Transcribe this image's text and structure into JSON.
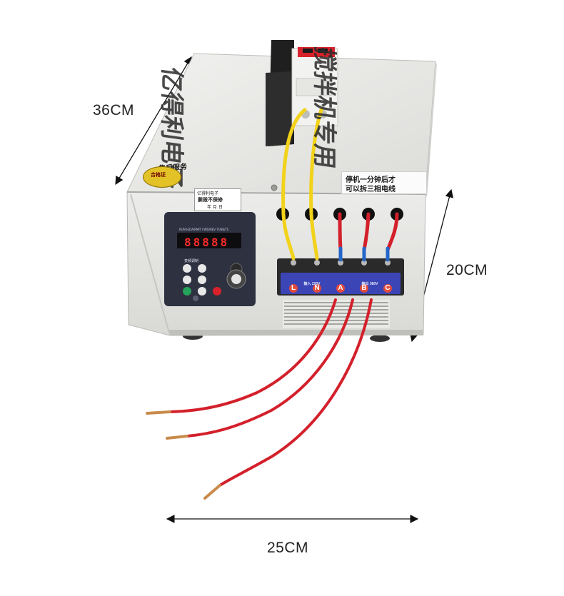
{
  "dimensions": {
    "depth_label": "36CM",
    "height_label": "20CM",
    "width_label": "25CM"
  },
  "top_panel": {
    "brand_text": "亿得利电子",
    "type_text": "搅拌机专用",
    "service_text": "售后服务"
  },
  "stickers": {
    "qc": "合格证",
    "warranty_line1": "亿得利电子",
    "warranty_line2": "撕毁不保修",
    "warranty_line3": "年 月 日",
    "warning_line1": "停机一分钟后才",
    "warning_line2": "可以拆三相电线"
  },
  "inverter": {
    "display": "88888",
    "indicator_labels": "RUN   HZ/A/RMIT   FWD/REV   TUNE/TC",
    "brand": "变频调制"
  },
  "terminals": {
    "labels": [
      "L",
      "N",
      "A",
      "B",
      "C"
    ],
    "input_label": "输入 220V",
    "output_label": "输出 380V"
  },
  "colors": {
    "housing": "#e4e5e2",
    "housing_shadow": "#c9cac6",
    "inverter_panel": "#2e3140",
    "terminal_block": "#3b45b5",
    "wire_yellow": "#f2d21b",
    "wire_red": "#d3202b",
    "wire_blue": "#2366c8",
    "breaker": "#f2f2f0",
    "breaker_switch": "#d8212a"
  }
}
